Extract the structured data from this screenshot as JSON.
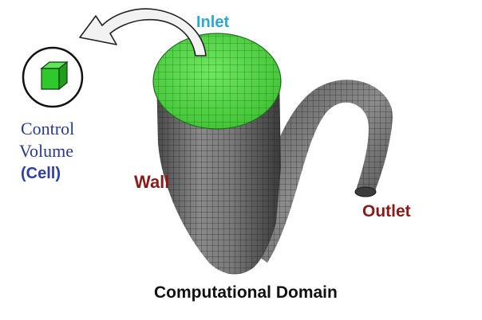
{
  "labels": {
    "inlet": "Inlet",
    "control_line1": "Control",
    "control_line2": "Volume",
    "cell": "(Cell)",
    "wall": "Wall",
    "outlet": "Outlet",
    "caption": "Computational Domain"
  },
  "icons": {
    "control_volume": "green-cube-icon",
    "pointer": "curved-arrow-icon"
  },
  "colors": {
    "inlet_label": "#2aa8d8",
    "control_text": "#2a3a8a",
    "cell_text": "#2e3fa8",
    "wall_text": "#8b1a1a",
    "outlet_text": "#8b1a1a",
    "caption_text": "#111111",
    "inlet_face": "#4cd93e",
    "mesh_surface": "#6e6e6e",
    "cube": "#2fc92b"
  }
}
